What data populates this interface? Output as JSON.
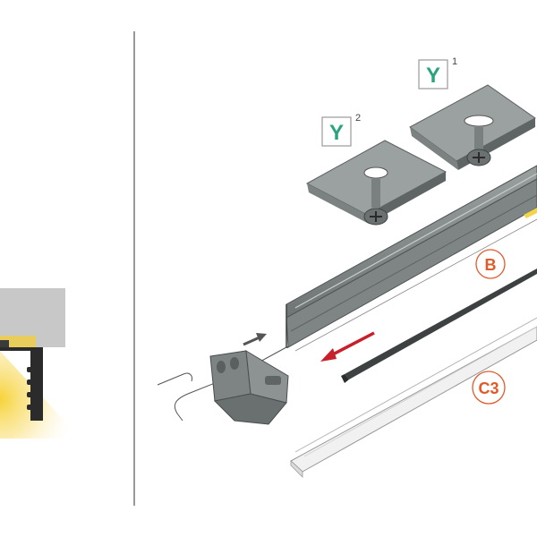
{
  "labels": {
    "mounting_bracket_1": {
      "letter": "Y",
      "index": "1"
    },
    "mounting_bracket_2": {
      "letter": "Y",
      "index": "2"
    },
    "led_strip": "B",
    "cover": "C3"
  },
  "colors": {
    "bracket_label": "#2aa37f",
    "part_label": "#e05a2a",
    "arrow_red": "#c8202a",
    "profile_gray": "#7d8282",
    "light_glow": "#f7d23c"
  },
  "icons": {
    "insert_arrow": "red-arrow-icon",
    "endcap_arrow": "gray-arrow-icon"
  }
}
